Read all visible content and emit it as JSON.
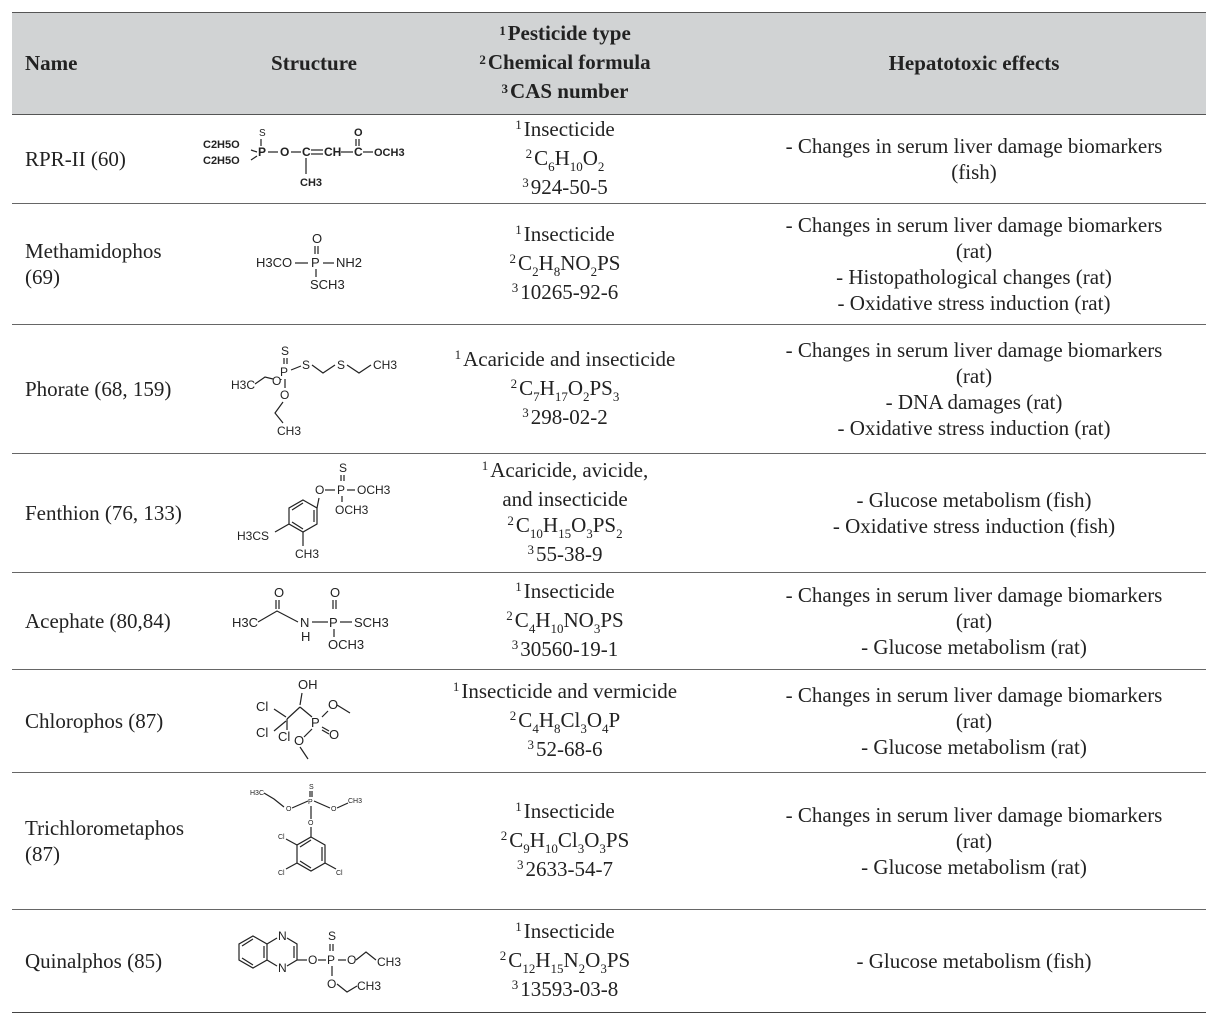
{
  "header": {
    "name": "Name",
    "structure": "Structure",
    "type_lines": [
      "Pesticide type",
      "Chemical formula",
      "CAS number"
    ],
    "hepatotoxic": "Hepatotoxic effects"
  },
  "rows": [
    {
      "name": "RPR-II (60)",
      "type": "Insecticide",
      "formula": [
        [
          "C",
          ""
        ],
        [
          "6",
          "sub"
        ],
        [
          "H",
          ""
        ],
        [
          "10",
          "sub"
        ],
        [
          "O",
          ""
        ],
        [
          "2",
          "sub"
        ]
      ],
      "cas": "924-50-5",
      "effects": [
        "- Changes in serum liver damage biomarkers",
        "(fish)"
      ]
    },
    {
      "name": "Methamidophos (69)",
      "type": "Insecticide",
      "formula": [
        [
          "C",
          ""
        ],
        [
          "2",
          "sub"
        ],
        [
          "H",
          ""
        ],
        [
          "8",
          "sub"
        ],
        [
          "NO",
          ""
        ],
        [
          "2",
          "sub"
        ],
        [
          "PS",
          ""
        ]
      ],
      "cas": "10265-92-6",
      "effects": [
        "- Changes in serum liver damage biomarkers",
        "(rat)",
        "- Histopathological changes (rat)",
        "- Oxidative stress induction (rat)"
      ]
    },
    {
      "name": "Phorate (68, 159)",
      "type": "Acaricide and insecticide",
      "formula": [
        [
          "C",
          ""
        ],
        [
          "7",
          "sub"
        ],
        [
          "H",
          ""
        ],
        [
          "17",
          "sub"
        ],
        [
          "O",
          ""
        ],
        [
          "2",
          "sub"
        ],
        [
          "PS",
          ""
        ],
        [
          "3",
          "sub"
        ]
      ],
      "cas": "298-02-2",
      "effects": [
        "- Changes in serum liver damage biomarkers",
        "(rat)",
        "- DNA damages (rat)",
        "- Oxidative stress induction (rat)"
      ]
    },
    {
      "name": "Fenthion (76, 133)",
      "type_lines": [
        "Acaricide, avicide,",
        "and insecticide"
      ],
      "formula": [
        [
          "C",
          ""
        ],
        [
          "10",
          "sub"
        ],
        [
          "H",
          ""
        ],
        [
          "15",
          "sub"
        ],
        [
          "O",
          ""
        ],
        [
          "3",
          "sub"
        ],
        [
          "PS",
          ""
        ],
        [
          "2",
          "sub"
        ]
      ],
      "cas": "55-38-9",
      "effects": [
        "- Glucose metabolism (fish)",
        "- Oxidative stress induction (fish)"
      ]
    },
    {
      "name": "Acephate (80,84)",
      "type": "Insecticide",
      "formula": [
        [
          "C",
          ""
        ],
        [
          "4",
          "sub"
        ],
        [
          "H",
          ""
        ],
        [
          "10",
          "sub"
        ],
        [
          "NO",
          ""
        ],
        [
          "3",
          "sub"
        ],
        [
          "PS",
          ""
        ]
      ],
      "cas": "30560-19-1",
      "effects": [
        "- Changes in serum liver damage biomarkers",
        "(rat)",
        "- Glucose metabolism (rat)"
      ]
    },
    {
      "name": "Chlorophos (87)",
      "type": "Insecticide and vermicide",
      "formula": [
        [
          "C",
          ""
        ],
        [
          "4",
          "sub"
        ],
        [
          "H",
          ""
        ],
        [
          "8",
          "sub"
        ],
        [
          "Cl",
          ""
        ],
        [
          "3",
          "sub"
        ],
        [
          "O",
          ""
        ],
        [
          "4",
          "sub"
        ],
        [
          "P",
          ""
        ]
      ],
      "cas": "52-68-6",
      "effects": [
        "- Changes in serum liver damage biomarkers",
        "(rat)",
        "- Glucose metabolism (rat)"
      ]
    },
    {
      "name": "Trichlorometaphos (87)",
      "type": "Insecticide",
      "formula": [
        [
          "C",
          ""
        ],
        [
          "9",
          "sub"
        ],
        [
          "H",
          ""
        ],
        [
          "10",
          "sub"
        ],
        [
          "Cl",
          ""
        ],
        [
          "3",
          "sub"
        ],
        [
          "O",
          ""
        ],
        [
          "3",
          "sub"
        ],
        [
          "PS",
          ""
        ]
      ],
      "cas": "2633-54-7",
      "effects": [
        "- Changes in serum liver damage biomarkers",
        "(rat)",
        "- Glucose metabolism (rat)"
      ]
    },
    {
      "name": "Quinalphos (85)",
      "type": "Insecticide",
      "formula": [
        [
          "C",
          ""
        ],
        [
          "12",
          "sub"
        ],
        [
          "H",
          ""
        ],
        [
          "15",
          "sub"
        ],
        [
          "N",
          ""
        ],
        [
          "2",
          "sub"
        ],
        [
          "O",
          ""
        ],
        [
          "3",
          "sub"
        ],
        [
          "PS",
          ""
        ]
      ],
      "cas": "13593-03-8",
      "effects": [
        "- Glucose metabolism (fish)"
      ]
    }
  ],
  "structure_labels": {
    "rpr": [
      "C2H5O",
      "C2H5O",
      "S",
      "P",
      "O",
      "C",
      "CH",
      "C",
      "O",
      "OCH3",
      "CH3"
    ],
    "methamidophos": [
      "O",
      "H3CO",
      "P",
      "NH2",
      "SCH3"
    ],
    "phorate": [
      "S",
      "P",
      "S",
      "S",
      "CH3",
      "H3C",
      "O",
      "O",
      "CH3"
    ],
    "fenthion": [
      "S",
      "O",
      "P",
      "OCH3",
      "OCH3",
      "H3CS",
      "CH3"
    ],
    "acephate": [
      "O",
      "O",
      "H3C",
      "N",
      "H",
      "P",
      "SCH3",
      "OCH3"
    ],
    "chlorophos": [
      "OH",
      "Cl",
      "Cl",
      "Cl",
      "P",
      "O",
      "O",
      "O"
    ],
    "trichlorometaphos": [
      "H3C",
      "O",
      "S",
      "P",
      "O",
      "CH3",
      "O",
      "Cl",
      "Cl",
      "Cl"
    ],
    "quinalphos": [
      "N",
      "N",
      "O",
      "P",
      "S",
      "O",
      "CH3",
      "O",
      "CH3"
    ]
  }
}
